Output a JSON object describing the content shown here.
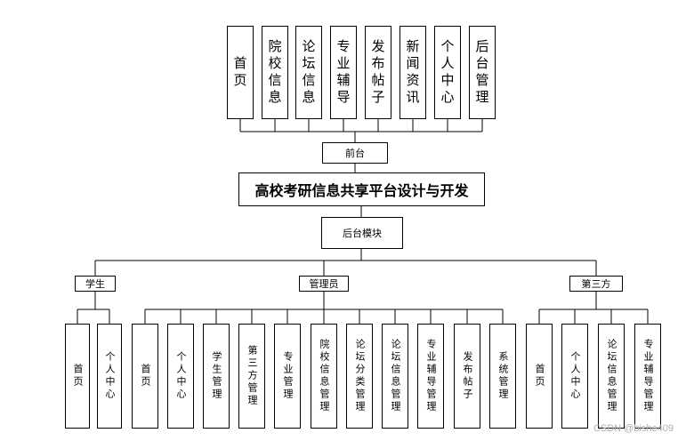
{
  "diagram": {
    "title": "高校考研信息共享平台设计与开发",
    "frontend": {
      "label": "前台",
      "modules": [
        "首页",
        "院校信息",
        "论坛信息",
        "专业辅导",
        "发布帖子",
        "新闻资讯",
        "个人中心",
        "后台管理"
      ]
    },
    "backend": {
      "label": "后台模块",
      "roles": [
        {
          "name": "学生",
          "functions": [
            "首页",
            "个人中心"
          ]
        },
        {
          "name": "管理员",
          "functions": [
            "首页",
            "个人中心",
            "学生管理",
            "第三方管理",
            "专业管理",
            "院校信息管理",
            "论坛分类管理",
            "论坛信息管理",
            "专业辅导管理",
            "发布帖子",
            "系统管理"
          ]
        },
        {
          "name": "第三方",
          "functions": [
            "首页",
            "个人中心",
            "论坛信息管理",
            "专业辅导管理"
          ]
        }
      ]
    }
  },
  "watermark": "CSDN @bishe409"
}
